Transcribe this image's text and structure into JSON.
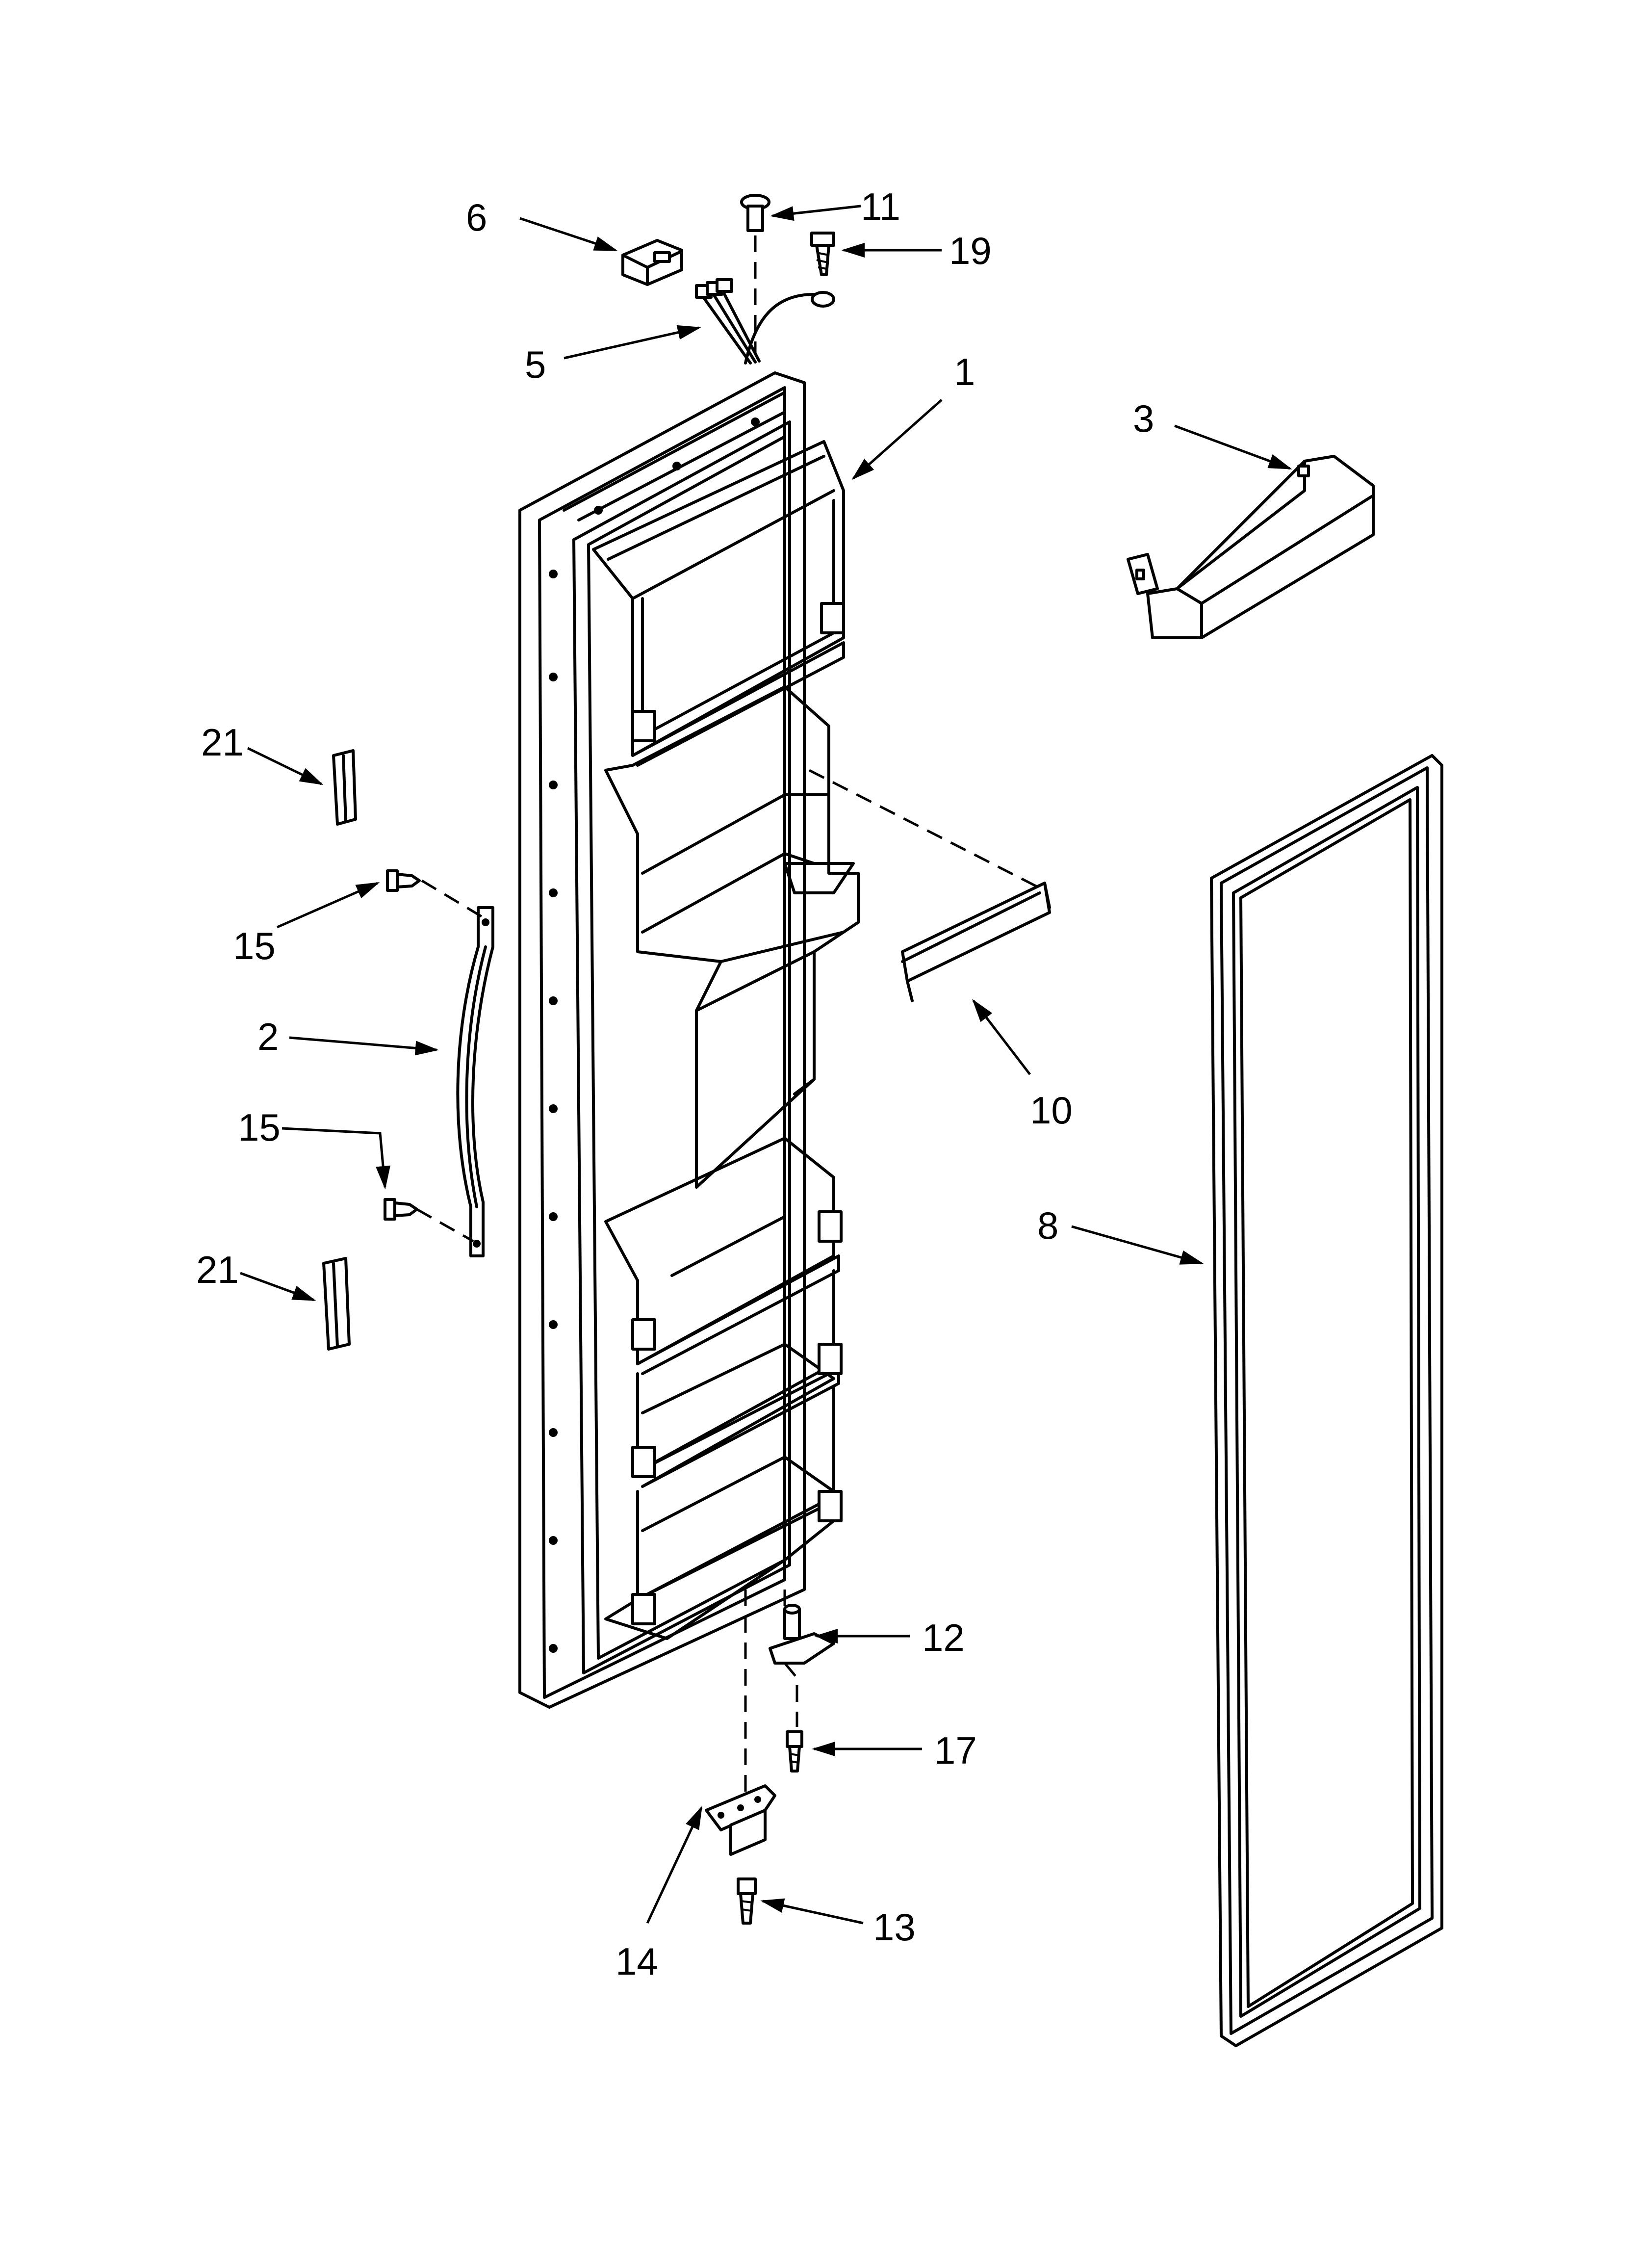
{
  "callouts": {
    "c6": "6",
    "c11": "11",
    "c19": "19",
    "c5": "5",
    "c1": "1",
    "c3": "3",
    "c21a": "21",
    "c15a": "15",
    "c2": "2",
    "c15b": "15",
    "c21b": "21",
    "c10": "10",
    "c8": "8",
    "c12": "12",
    "c17": "17",
    "c13": "13",
    "c14": "14"
  },
  "colors": {
    "line": "#000000",
    "background": "#ffffff"
  }
}
